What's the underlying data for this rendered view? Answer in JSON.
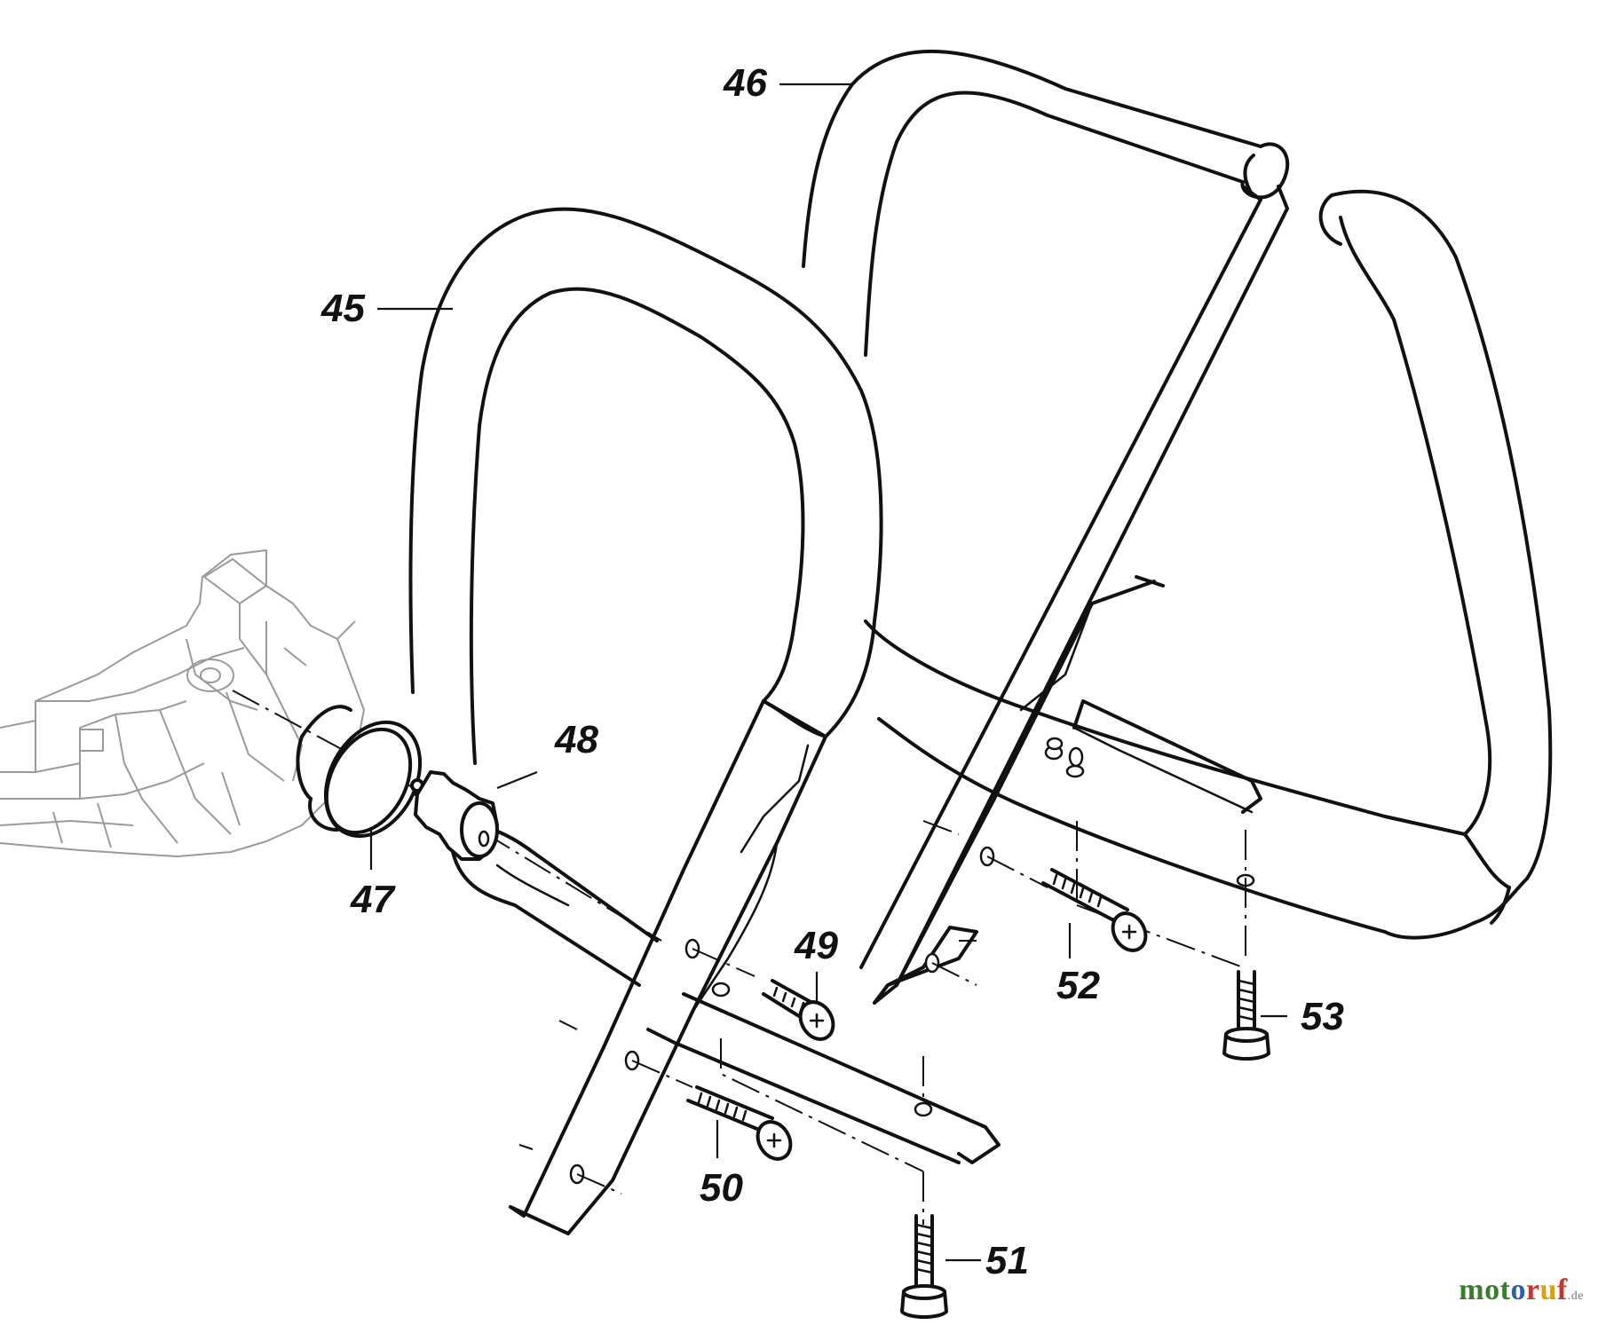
{
  "diagram": {
    "parts": [
      {
        "id": "45",
        "label": "45"
      },
      {
        "id": "46",
        "label": "46"
      },
      {
        "id": "47",
        "label": "47"
      },
      {
        "id": "48",
        "label": "48"
      },
      {
        "id": "49",
        "label": "49"
      },
      {
        "id": "50",
        "label": "50"
      },
      {
        "id": "51",
        "label": "51"
      },
      {
        "id": "52",
        "label": "52"
      },
      {
        "id": "53",
        "label": "53"
      }
    ]
  },
  "watermark": {
    "brand": "motoruf",
    "suffix": ".de",
    "letter_colors": [
      "#3a7d2c",
      "#3a7d2c",
      "#3a7d2c",
      "#2f5fa8",
      "#c0392b",
      "#d4a017",
      "#c0392b"
    ]
  }
}
